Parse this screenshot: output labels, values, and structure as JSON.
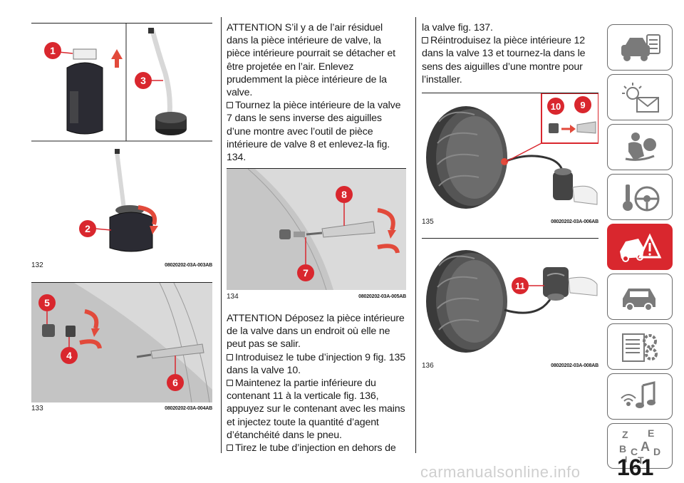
{
  "figures": [
    {
      "number": "132",
      "code": "08020202-03A-003AB",
      "callouts": [
        "1",
        "3",
        "2"
      ]
    },
    {
      "number": "133",
      "code": "08020202-03A-004AB",
      "callouts": [
        "5",
        "4",
        "6"
      ]
    },
    {
      "number": "134",
      "code": "08020202-03A-005AB",
      "callouts": [
        "8",
        "7"
      ]
    },
    {
      "number": "135",
      "code": "08020202-03A-006AB",
      "callouts": [
        "10",
        "9"
      ]
    },
    {
      "number": "136",
      "code": "08020202-03A-008AB",
      "callouts": [
        "11"
      ]
    }
  ],
  "column2": {
    "warning1": "ATTENTION S’il y a de l’air résiduel dans la pièce intérieure de valve, la pièce intérieure pourrait se détacher et être projetée en l’air. Enlevez prudemment la pièce intérieure de la valve.",
    "step1": "Tournez la pièce intérieure de la valve 7 dans le sens inverse des aiguilles d’une montre avec l’outil de pièce intérieure de valve 8 et enlevez-la fig. 134.",
    "warning2": "ATTENTION Déposez la pièce intérieure de la valve dans un endroit où elle ne peut pas se salir.",
    "step2": "Introduisez le tube d’injection 9 fig. 135 dans la valve 10.",
    "step3": "Maintenez la partie inférieure du contenant 11 à la verticale fig. 136, appuyez sur le contenant avec les mains et injectez toute la quantité d’agent d’étanchéité dans le pneu.",
    "step4_start": "Tirez le tube d’injection en dehors de"
  },
  "column3": {
    "step4_end": "la valve fig. 137.",
    "step5": "Réintroduisez la pièce intérieure 12 dans la valve 13 et tournez-la dans le sens des aiguilles d’une montre pour l’installer."
  },
  "page_number": "161",
  "watermark": "carmanualsonline.info",
  "sidebar_tabs": [
    {
      "icon": "car-dashboard-icon",
      "active": false
    },
    {
      "icon": "warning-light-envelope-icon",
      "active": false
    },
    {
      "icon": "safety-airbag-icon",
      "active": false
    },
    {
      "icon": "key-steering-wheel-icon",
      "active": false
    },
    {
      "icon": "car-breakdown-warning-icon",
      "active": true
    },
    {
      "icon": "car-service-icon",
      "active": false
    },
    {
      "icon": "specifications-gear-icon",
      "active": false
    },
    {
      "icon": "multimedia-music-icon",
      "active": false
    },
    {
      "icon": "alphabetical-index-icon",
      "active": false
    }
  ],
  "index_letters": [
    "Z",
    "E",
    "B",
    "A",
    "C",
    "D",
    "I",
    "T"
  ],
  "colors": {
    "accent": "#d9272e",
    "callout": "#d9272e",
    "tab_border": "#6b6b6b"
  }
}
